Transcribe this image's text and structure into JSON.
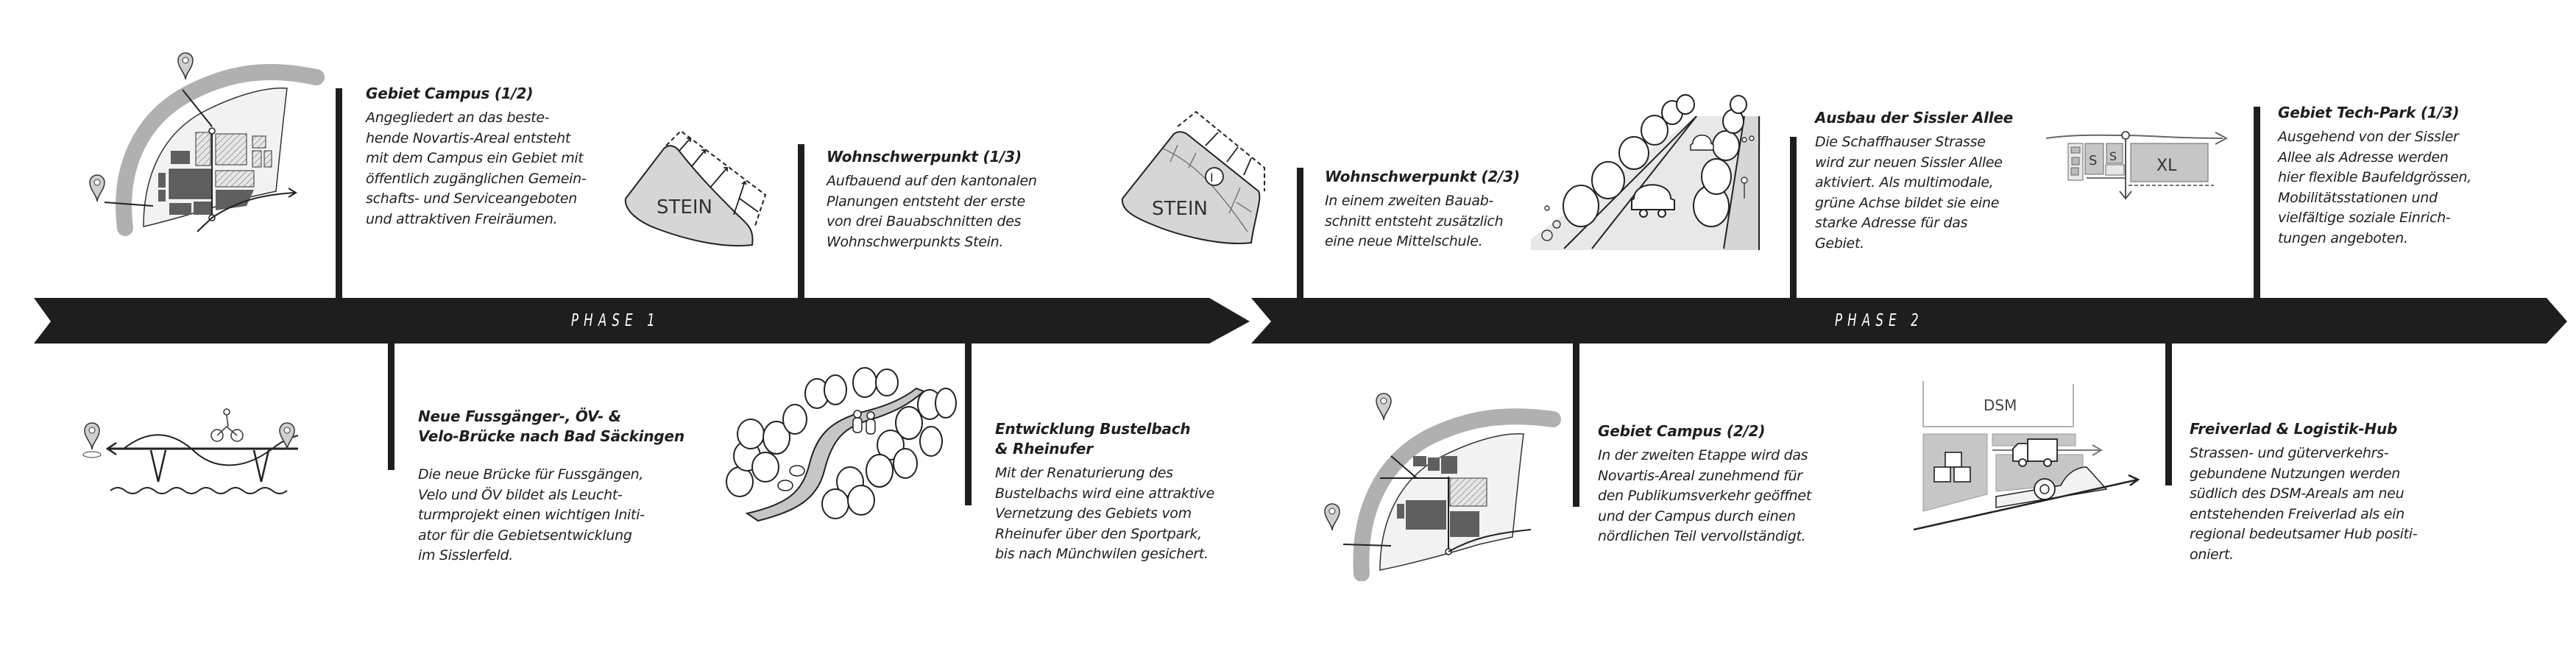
{
  "timeline": {
    "phases": [
      {
        "label": "PHASE 1"
      },
      {
        "label": "PHASE 2"
      }
    ]
  },
  "colors": {
    "timeline": "#1e1e1e",
    "illustration_fill": "#d6d6d6",
    "illustration_dark": "#5f5f5f",
    "background": "#ffffff"
  },
  "milestones": {
    "top": [
      {
        "title": "Gebiet Campus (1/2)",
        "text": "Angegliedert an das beste-\nhende Novartis-Areal entsteht\nmit dem Campus ein Gebiet mit\nöffentlich zugänglichen Gemein-\nschafts- und Serviceangeboten\nund attraktiven Freiräumen.",
        "illustration": "campus-map-illustration"
      },
      {
        "title": "Wohnschwerpunkt (1/3)",
        "text": "Aufbauend auf den kantonalen\nPlanungen entsteht der erste\nvon drei Bauabschnitten des\nWohnschwerpunkts Stein.",
        "illustration": "stein-expansion-illustration",
        "illustration_label": "STEIN"
      },
      {
        "title": "Wohnschwerpunkt (2/3)",
        "text": "In einem zweiten Bauab-\nschnitt entsteht zusätzlich\neine neue Mittelschule.",
        "illustration": "stein-school-illustration",
        "illustration_label": "STEIN",
        "illustration_marker": "I"
      },
      {
        "title": "Ausbau der Sissler Allee",
        "text": "Die Schaffhauser Strasse\nwird zur neuen Sissler Allee\naktiviert. Als multimodale,\ngrüne Achse bildet sie eine\nstarke Adresse für das\nGebiet.",
        "illustration": "avenue-trees-illustration"
      },
      {
        "title": "Gebiet Tech-Park (1/3)",
        "text": "Ausgehend von der Sissler\nAllee als Adresse werden\nhier flexible Baufeldgrössen,\nMobilitätsstationen und\nvielfältige soziale Einrich-\ntungen angeboten.",
        "illustration": "plot-sizes-illustration",
        "illustration_labels": [
          "S",
          "S",
          "XL"
        ]
      }
    ],
    "bottom": [
      {
        "title": "Neue Fussgänger-, ÖV- &\nVelo-Brücke nach Bad Säckingen",
        "text": "Die neue Brücke für Fussgängen,\nVelo und ÖV bildet als Leucht-\nturmprojekt einen wichtigen Initi-\nator für die Gebietsentwicklung\nim Sisslerfeld.",
        "illustration": "bridge-illustration"
      },
      {
        "title": "Entwicklung Bustelbach\n& Rheinufer",
        "text": "Mit der Renaturierung des\nBustelbachs wird eine attraktive\nVernetzung des Gebiets vom\nRheinufer über den Sportpark,\nbis nach Münchwilen gesichert.",
        "illustration": "stream-forest-illustration"
      },
      {
        "title": "Gebiet Campus (2/2)",
        "text": "In der zweiten Etappe wird das\nNovartis-Areal zunehmend für\nden Publikumsverkehr geöffnet\nund der Campus durch einen\nnördlichen Teil vervollständigt.",
        "illustration": "campus-map-2-illustration"
      },
      {
        "title": "Freiverlad & Logistik-Hub",
        "text": "Strassen- und güterverkehrs-\ngebundene Nutzungen werden\nsüdlich des DSM-Areals am neu\nentstehenden Freiverlad als ein\nregional bedeutsamer Hub positi-\noniert.",
        "illustration": "logistics-hub-illustration",
        "illustration_label": "DSM"
      }
    ]
  }
}
